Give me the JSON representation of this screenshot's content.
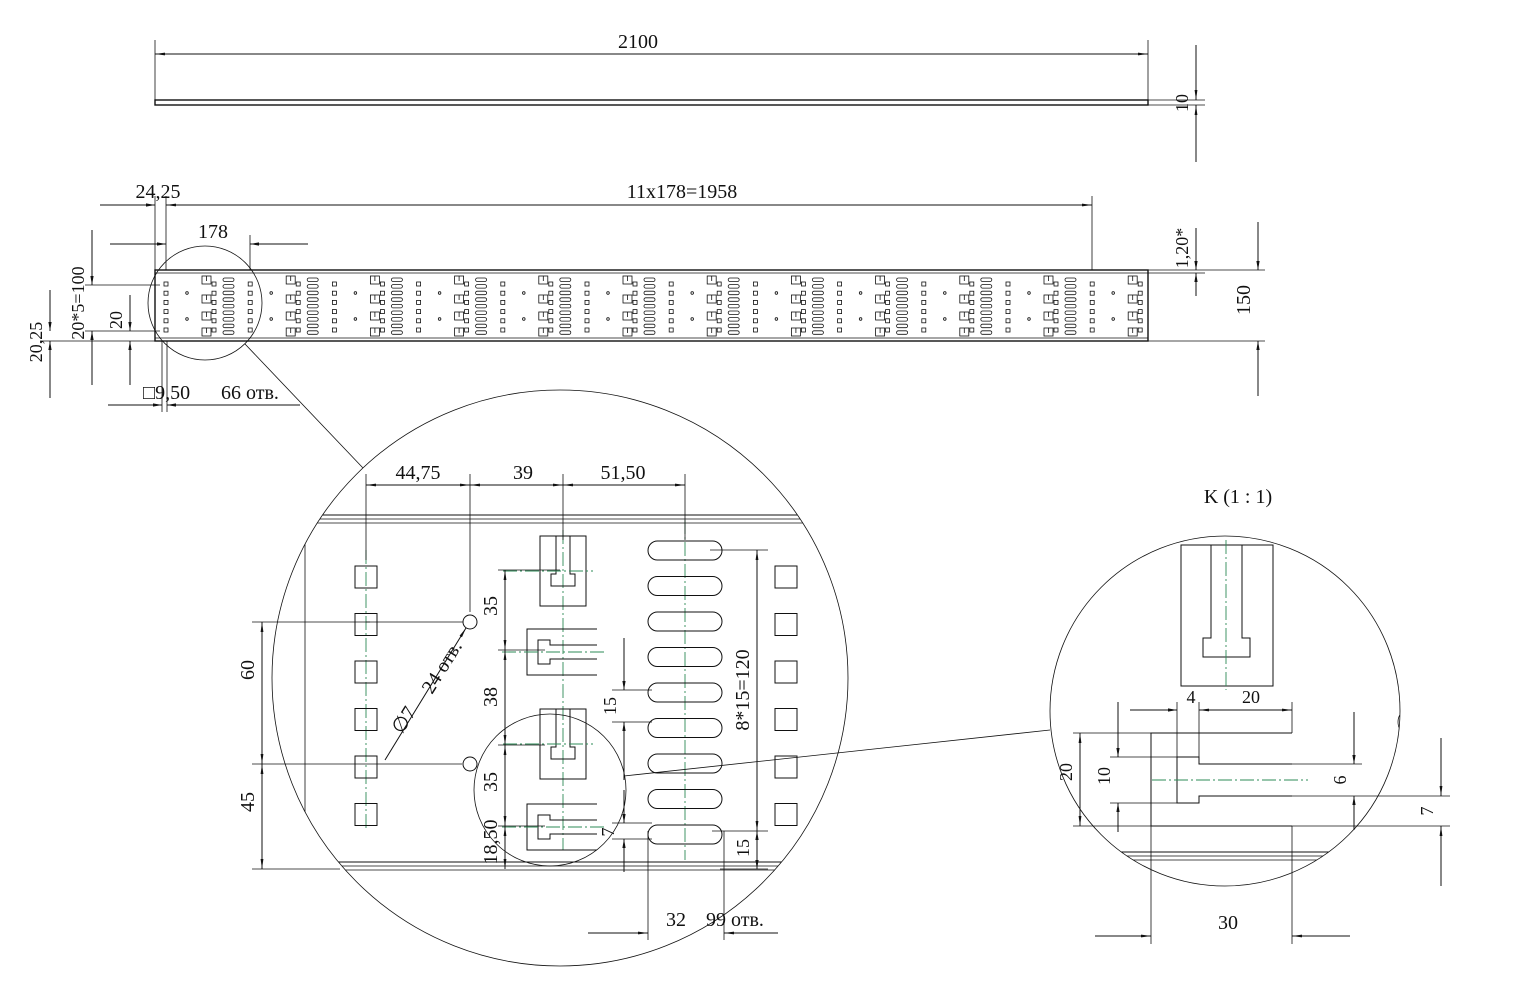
{
  "drawing": {
    "side_view": {
      "length": "2100",
      "thickness": "10"
    },
    "plan_view": {
      "edge_offset": "24,25",
      "pitch_total": "11x178=1958",
      "pitch": "178",
      "edge_margin": "1,20*",
      "height": "150",
      "hole_pitch_total": "20*5=100",
      "first_row": "20",
      "bottom_offset": "20,25",
      "square_hole": "□9,50",
      "hole_count": "66 отв."
    },
    "detail_view": {
      "dim_a": "44,75",
      "dim_b": "39",
      "dim_c": "51,50",
      "dim_d": "35",
      "dim_e": "38",
      "dim_f": "35",
      "dim_g": "18,50",
      "dim_h": "60",
      "dim_i": "45",
      "round_hole": "∅7",
      "round_hole_count": "24 отв.",
      "slot_pitch": "15",
      "slot_total": "8*15=120",
      "slot_width": "7",
      "slot_bottom": "15",
      "slot_length": "32",
      "slot_count": "99 отв."
    },
    "view_k": {
      "title": "K (1 : 1)",
      "dim_4": "4",
      "dim_20_top": "20",
      "dim_20_side": "20",
      "dim_10": "10",
      "dim_6": "6",
      "dim_7": "7",
      "dim_30": "30"
    }
  }
}
